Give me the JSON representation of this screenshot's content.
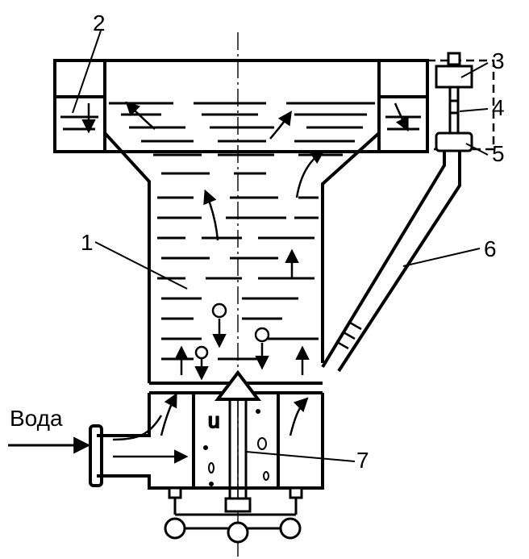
{
  "labels": {
    "l1": "1",
    "l2": "2",
    "l3": "3",
    "l4": "4",
    "l5": "5",
    "l6": "6",
    "l7": "7",
    "water": "Вода"
  }
}
